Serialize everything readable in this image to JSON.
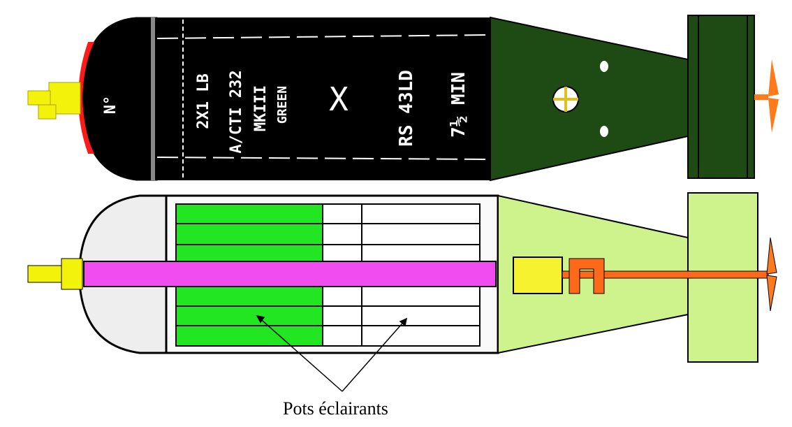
{
  "top_view": {
    "markings": [
      "N°",
      "2X1 LB",
      "A/CTI 232",
      "MKIII",
      "GREEN",
      "X",
      "RS 43LD",
      "7½ MIN"
    ]
  },
  "caption": "Pots éclairants",
  "colors": {
    "body": "#000000",
    "tail_top": "#1e4a14",
    "nose_band": "#ff1a1a",
    "fuze": "#f2f20a",
    "propeller": "#ff7a1a",
    "pots": "#22e622",
    "rod": "#f04cf0",
    "tail_bottom": "#cef28c",
    "mechanism": "#f7f230",
    "tail_rod": "#ff6a1a"
  }
}
